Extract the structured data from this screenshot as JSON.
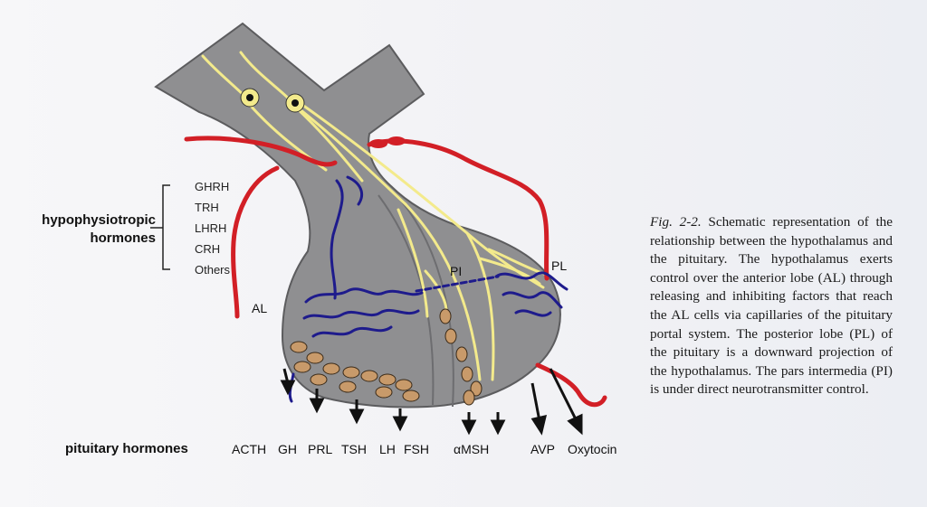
{
  "hypophysiotropic": {
    "title_line1": "hypophysiotropic",
    "title_line2": "hormones",
    "items": [
      "GHRH",
      "TRH",
      "LHRH",
      "CRH",
      "Others"
    ]
  },
  "regions": {
    "al": "AL",
    "pi": "PI",
    "pl": "PL"
  },
  "pituitary": {
    "title": "pituitary hormones",
    "items": [
      "ACTH",
      "GH",
      "PRL",
      "TSH",
      "LH",
      "FSH",
      "αMSH",
      "AVP",
      "Oxytocin"
    ]
  },
  "caption": {
    "fig_number": "Fig. 2-2.",
    "text": "Schematic representation of the relationship between the hypothalamus and the pituitary. The hypothalamus exerts control over the anterior lobe (AL) through releasing and inhibiting factors that reach the AL cells via capillaries of the pituitary portal system. The posterior lobe (PL) of the pituitary is a downward projection of the hypothalamus. The pars intermedia (PI) is under direct neurotransmitter control."
  },
  "colors": {
    "tissue": "#8f8f91",
    "artery": "#d21f26",
    "vein": "#1e1b8c",
    "neuron": "#f3ea8c",
    "cell": "#c89a6a"
  }
}
